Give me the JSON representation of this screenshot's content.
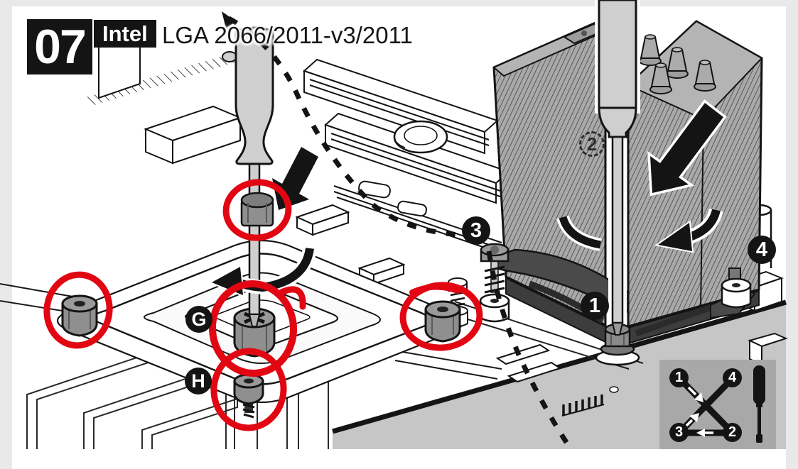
{
  "header": {
    "step_number": "07",
    "platform": "Intel",
    "socket_label": "LGA 2066/2011-v3/2011"
  },
  "part_labels": {
    "standoff": "G",
    "screw": "H"
  },
  "screw_callouts": {
    "first": "1",
    "second": "2",
    "third": "3",
    "fourth": "4"
  },
  "inset": {
    "top_left": "1",
    "top_right": "4",
    "bottom_left": "3",
    "bottom_right": "2"
  },
  "colors": {
    "highlight_red": "#e20613",
    "callout_black": "#141414",
    "frame_gray": "#e9e9e9",
    "backdrop_gray": "#c6c6c6",
    "inset_gray": "#a8a8a8",
    "tool_gray": "#cfcfcf",
    "metal_gray": "#8f8f8f"
  },
  "icons": {
    "tool": "screwdriver-icon",
    "press": "press-down-arrow-icon",
    "rotate": "rotate-clockwise-arrow-icon",
    "highlight": "red-highlight-circle-icon",
    "sequence": "cross-tightening-pattern"
  }
}
